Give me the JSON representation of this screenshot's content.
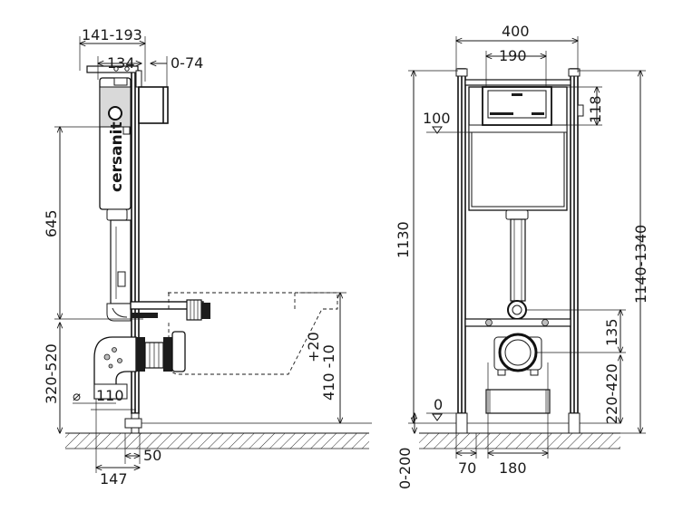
{
  "brand": {
    "logo_text": "cersanit"
  },
  "side_view": {
    "dims": {
      "top_range": "141-193",
      "top_inner": "134",
      "offset": "0-74",
      "height_645": "645",
      "range_320_520": "320-520",
      "diameter_110": "110",
      "pan_range_top": "+20",
      "pan_range_bottom": "410 -10",
      "foot_50": "50",
      "foot_147": "147"
    }
  },
  "front_view": {
    "dims": {
      "width": "400",
      "inner_width": "190",
      "button_height": "118",
      "level_100": "100",
      "height_1130": "1130",
      "range_1140_1340": "1140-1340",
      "level_0": "0",
      "dim_135": "135",
      "range_220_420": "220-420",
      "floor_0_200": "0-200",
      "foot_70": "70",
      "width_180": "180"
    }
  }
}
